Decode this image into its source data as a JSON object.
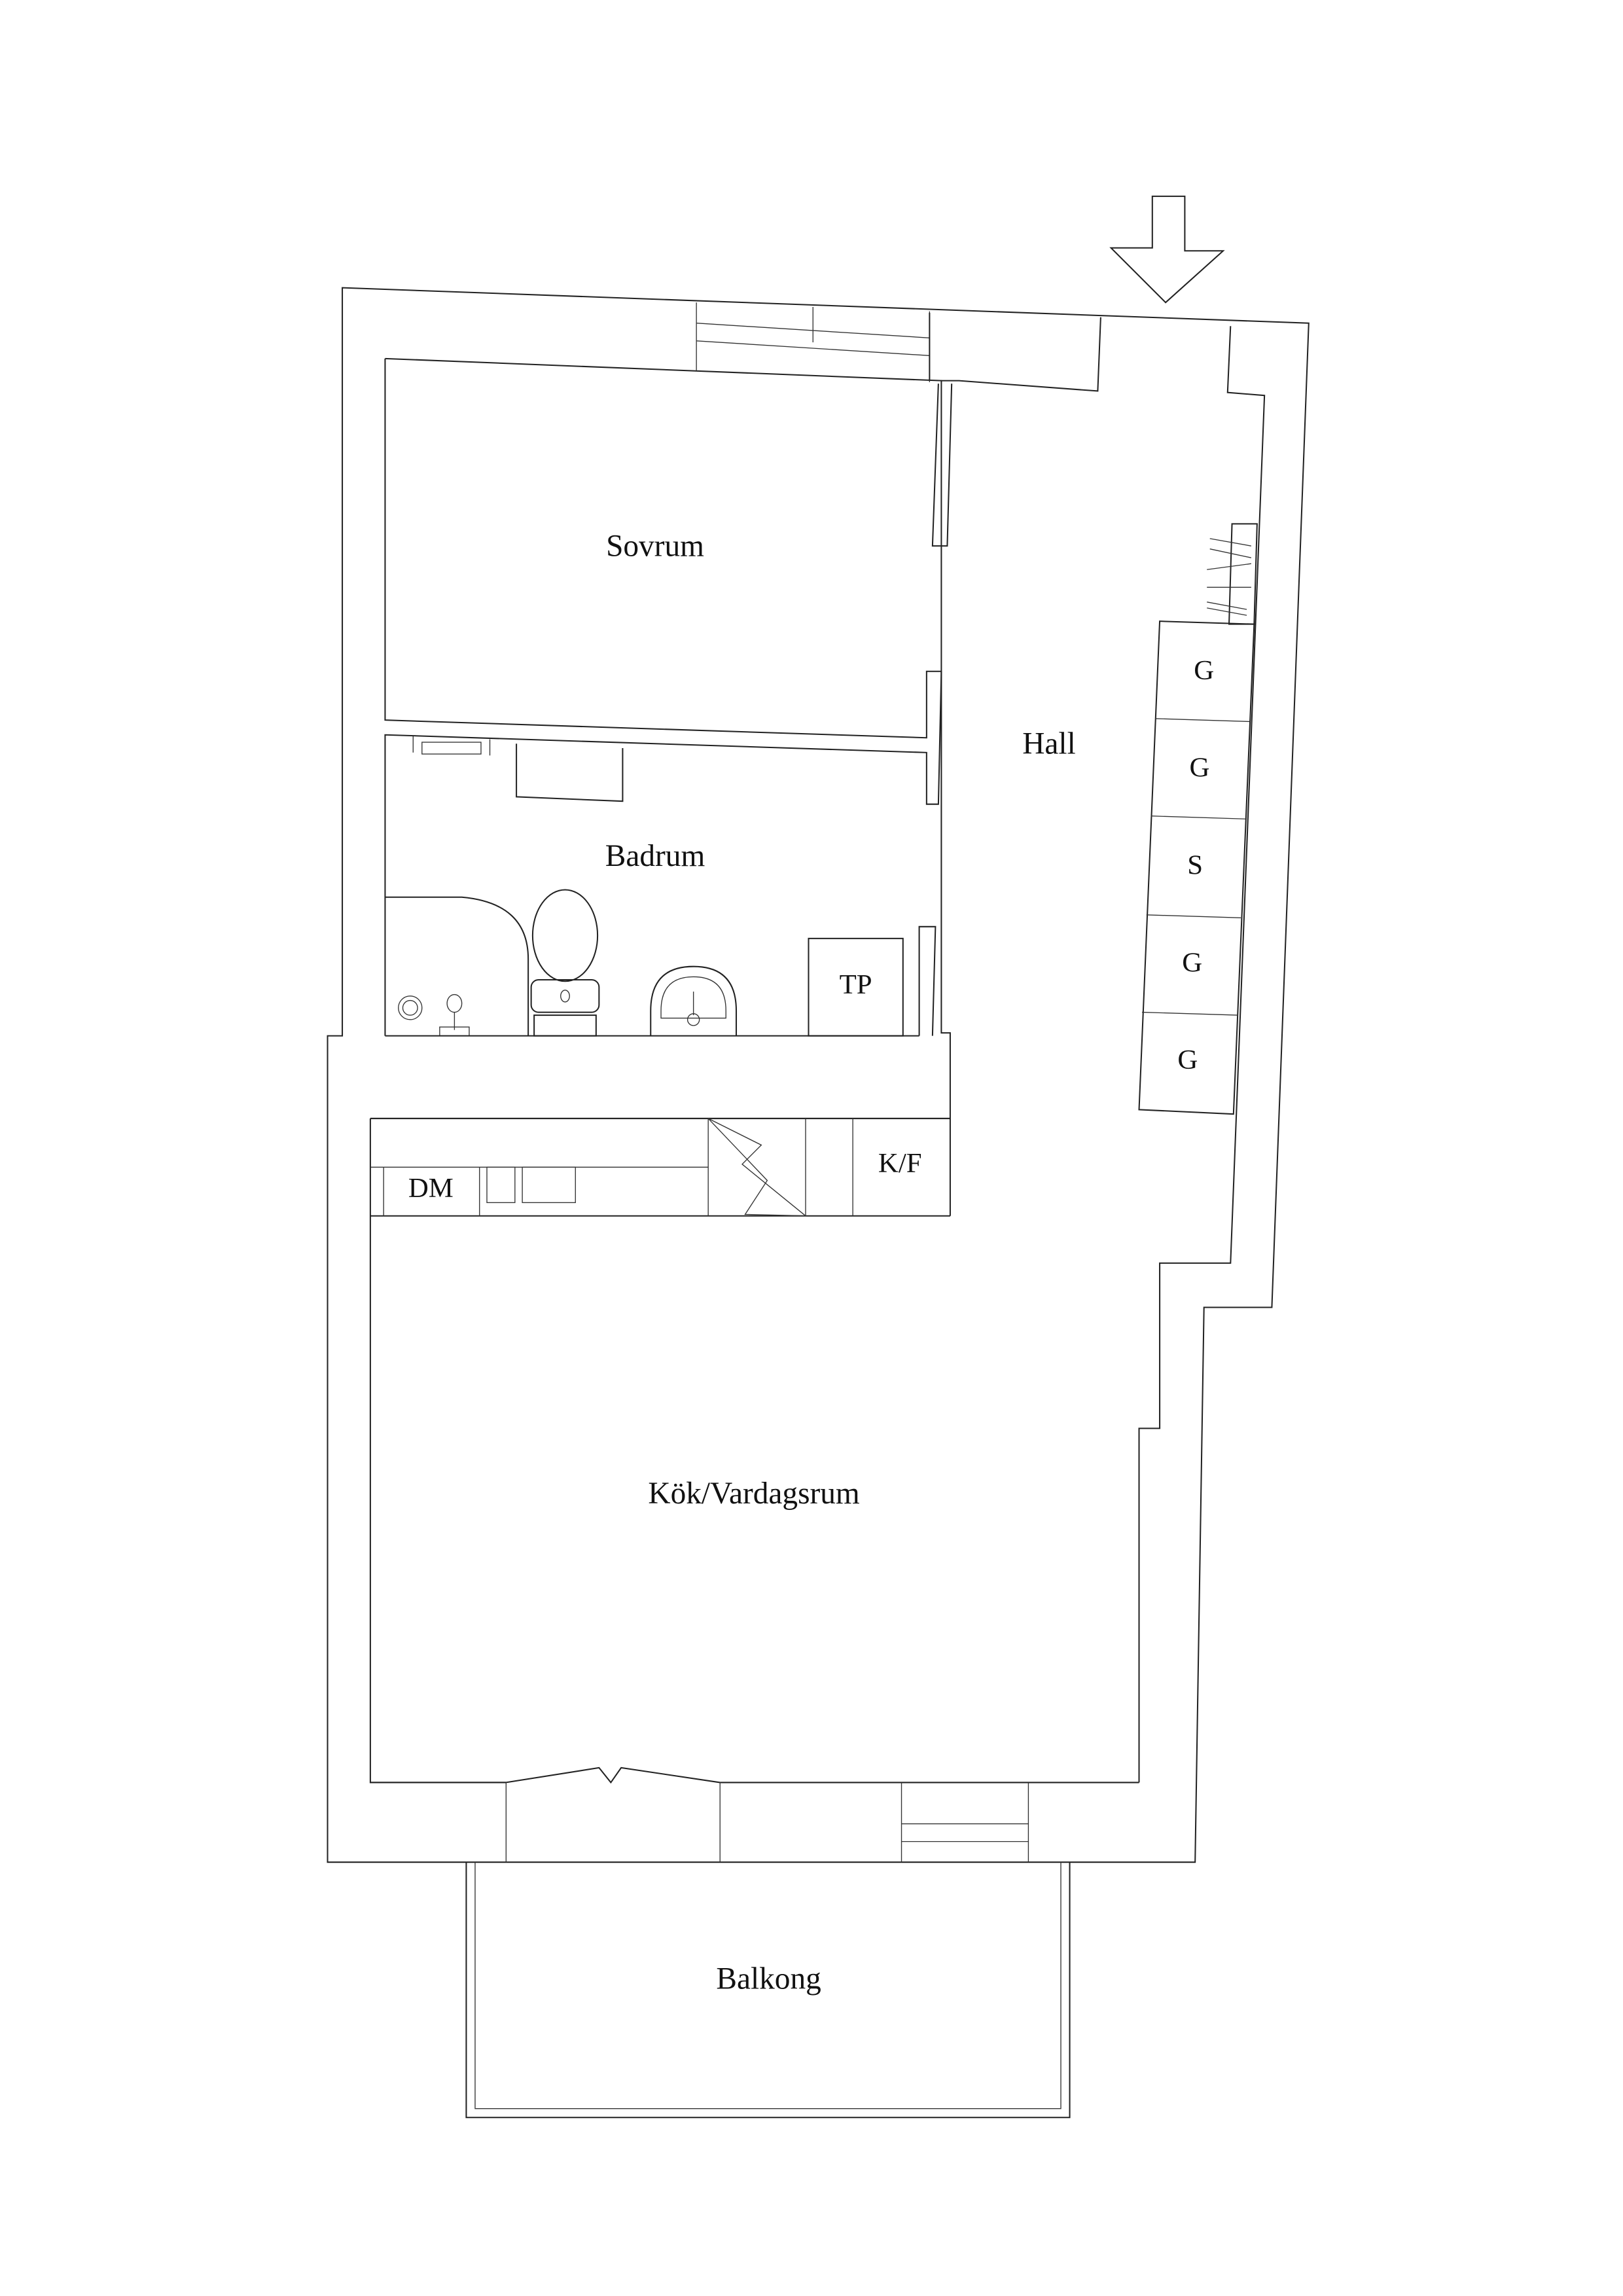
{
  "plan": {
    "type": "floor-plan",
    "entrance_marker": "arrow-down",
    "rooms": [
      {
        "id": "sovrum",
        "label": "Sovrum"
      },
      {
        "id": "hall",
        "label": "Hall"
      },
      {
        "id": "badrum",
        "label": "Badrum"
      },
      {
        "id": "kok",
        "label": "Kök/Vardagsrum"
      },
      {
        "id": "balkong",
        "label": "Balkong"
      }
    ],
    "fixtures": {
      "tp": "TP",
      "dm": "DM",
      "kf": "K/F"
    },
    "wardrobes": [
      "G",
      "G",
      "S",
      "G",
      "G"
    ]
  }
}
